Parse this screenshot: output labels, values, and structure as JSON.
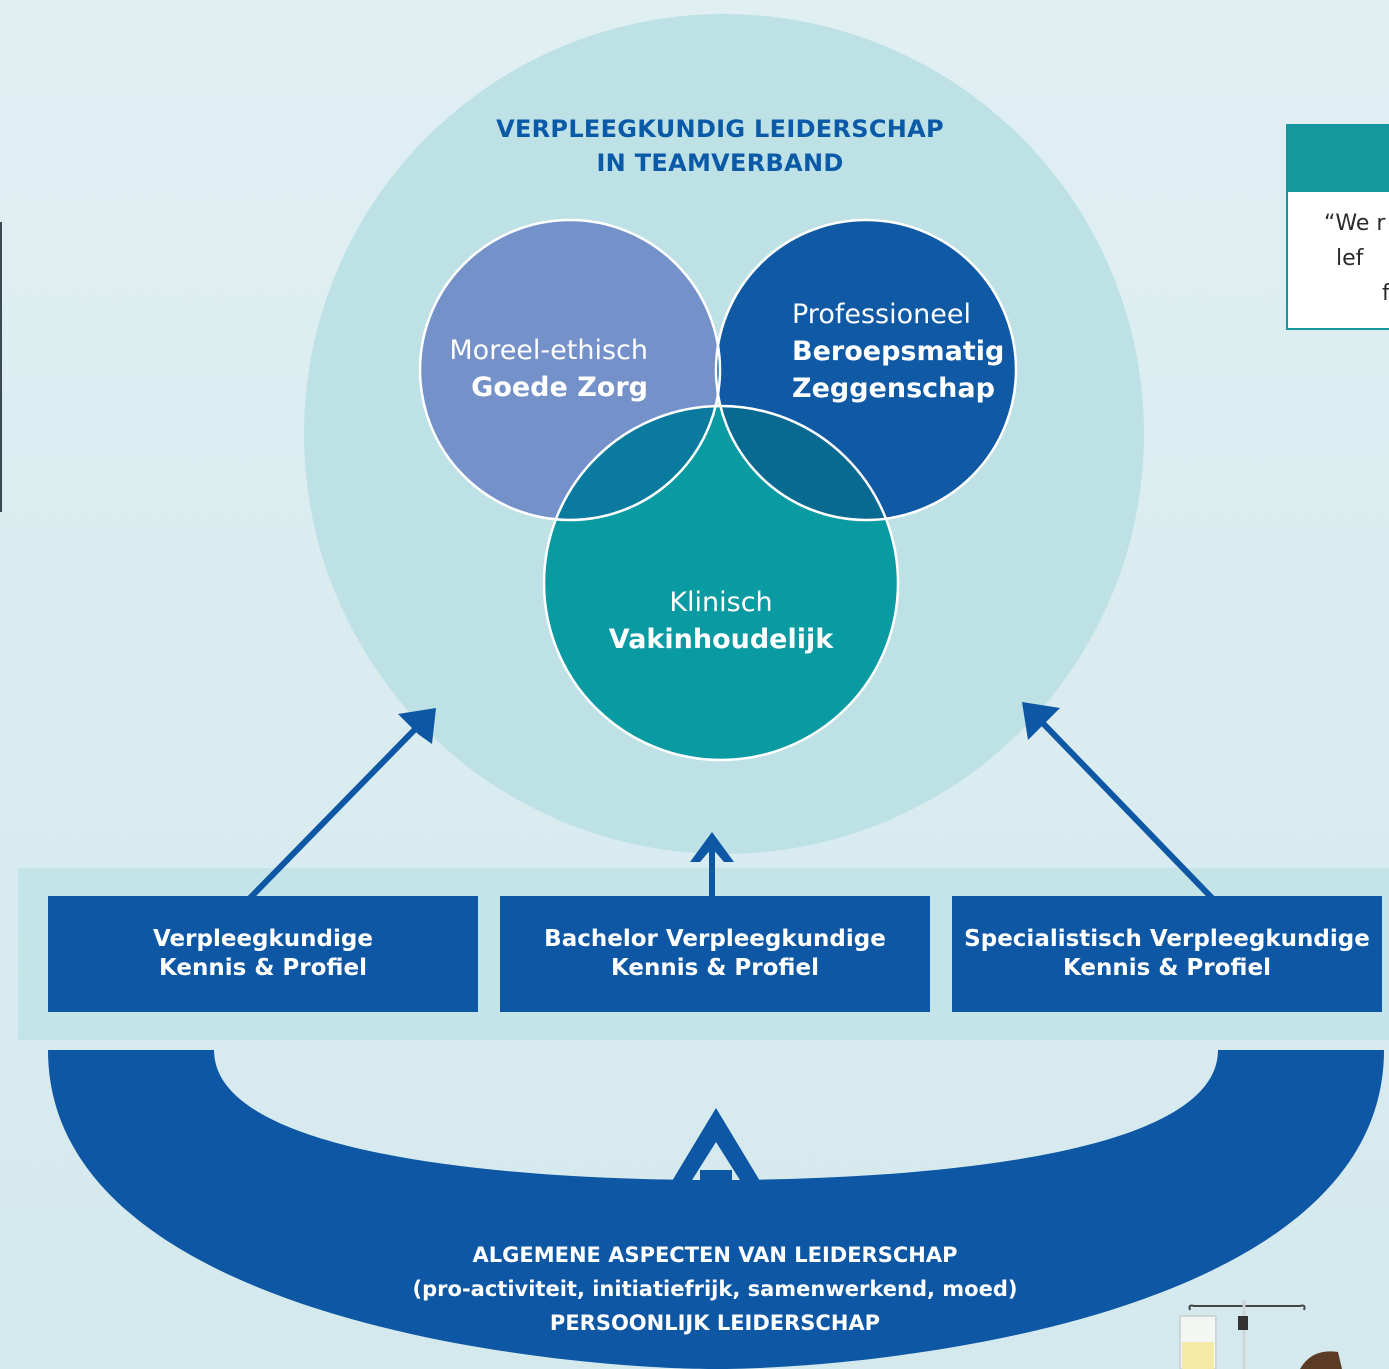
{
  "diagram": {
    "title_line1": "VERPLEEGKUNDIG LEIDERSCHAP",
    "title_line2": "IN TEAMVERBAND",
    "circles": {
      "moral": {
        "line1": "Moreel-ethisch",
        "line2": "Goede Zorg",
        "color": "#7491ca"
      },
      "professional": {
        "line1": "Professioneel",
        "line2": "Beroepsmatig",
        "line3": "Zeggenschap",
        "color": "#0f59a5"
      },
      "clinical": {
        "line1": "Klinisch",
        "line2": "Vakinhoudelijk",
        "color": "#0a9aa1"
      }
    },
    "boxes": [
      {
        "line1": "Verpleegkundige",
        "line2": "Kennis & Profiel"
      },
      {
        "line1": "Bachelor Verpleegkundige",
        "line2": "Kennis & Profiel"
      },
      {
        "line1": "Specialistisch Verpleegkundige",
        "line2": "Kennis & Profiel"
      }
    ],
    "bottom": {
      "line1": "ALGEMENE ASPECTEN VAN LEIDERSCHAP",
      "line2": "(pro-activiteit, initiatiefrijk, samenwerkend, moed)",
      "line3": "PERSOONLIJK LEIDERSCHAP"
    },
    "colors": {
      "outer_circle": "#bde1e5",
      "band": "#c5e4e7",
      "primary_blue": "#0d57a4",
      "accent_teal": "#16989e"
    }
  },
  "quote_card": {
    "line1": "“We r",
    "line2": "lef",
    "line3": "f"
  }
}
